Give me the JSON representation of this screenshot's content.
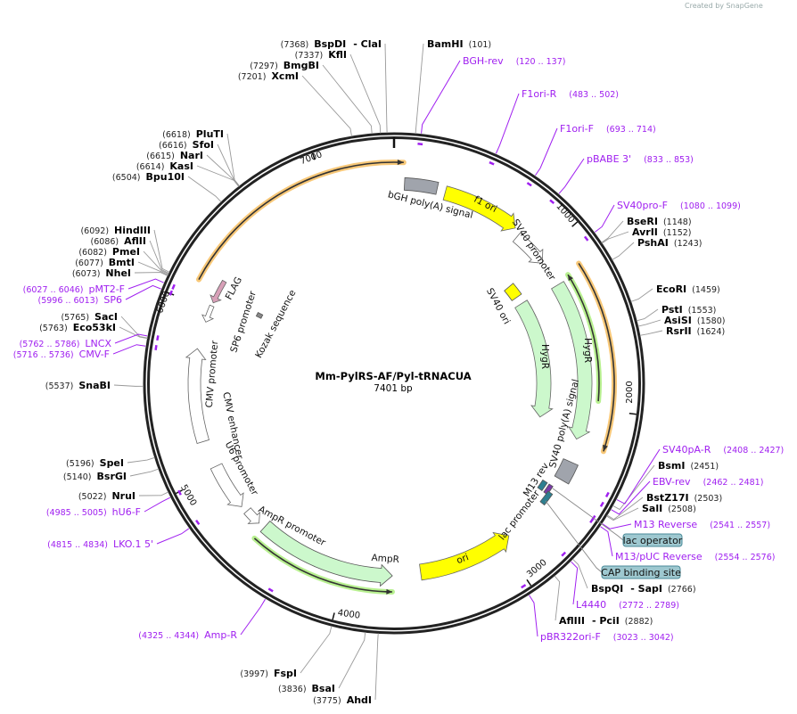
{
  "credit": "Created by SnapGene",
  "plasmid": {
    "name": "Mm-PylRS-AF/Pyl-tRNACUA",
    "length_label": "7401 bp",
    "length_bp": 7401
  },
  "colors": {
    "backbone": "#222222",
    "primer": "#a020f0",
    "feature_green": "#ccf8cc",
    "feature_yellow": "#ffff00",
    "feature_grey": "#a0a4ac",
    "orf_orange": "#f8c878",
    "box_blue": "#9ec8d0"
  },
  "ticks": [
    "1000",
    "2000",
    "3000",
    "4000",
    "5000",
    "6000",
    "7000"
  ],
  "enzymes": [
    {
      "name": "BspDI",
      "extra": "- ClaI",
      "pos": "(7368)"
    },
    {
      "name": "KflI",
      "pos": "(7337)"
    },
    {
      "name": "BmgBI",
      "pos": "(7297)"
    },
    {
      "name": "XcmI",
      "pos": "(7201)"
    },
    {
      "name": "PluTI",
      "pos": "(6618)"
    },
    {
      "name": "SfoI",
      "pos": "(6616)"
    },
    {
      "name": "NarI",
      "pos": "(6615)"
    },
    {
      "name": "KasI",
      "pos": "(6614)"
    },
    {
      "name": "Bpu10I",
      "pos": "(6504)"
    },
    {
      "name": "HindIII",
      "pos": "(6092)"
    },
    {
      "name": "AflII",
      "pos": "(6086)"
    },
    {
      "name": "PmeI",
      "pos": "(6082)"
    },
    {
      "name": "BmtI",
      "pos": "(6077)"
    },
    {
      "name": "NheI",
      "pos": "(6073)"
    },
    {
      "name": "SacI",
      "pos": "(5765)"
    },
    {
      "name": "Eco53kI",
      "pos": "(5763)"
    },
    {
      "name": "SnaBI",
      "pos": "(5537)"
    },
    {
      "name": "SpeI",
      "pos": "(5196)"
    },
    {
      "name": "BsrGI",
      "pos": "(5140)"
    },
    {
      "name": "NruI",
      "pos": "(5022)"
    },
    {
      "name": "FspI",
      "pos": "(3997)"
    },
    {
      "name": "BsaI",
      "pos": "(3836)"
    },
    {
      "name": "AhdI",
      "pos": "(3775)"
    },
    {
      "name": "BamHI",
      "pos": "(101)"
    },
    {
      "name": "BseRI",
      "pos": "(1148)"
    },
    {
      "name": "AvrII",
      "pos": "(1152)"
    },
    {
      "name": "PshAI",
      "pos": "(1243)"
    },
    {
      "name": "EcoRI",
      "pos": "(1459)"
    },
    {
      "name": "PstI",
      "pos": "(1553)"
    },
    {
      "name": "AsiSI",
      "pos": "(1580)"
    },
    {
      "name": "RsrII",
      "pos": "(1624)"
    },
    {
      "name": "BsmI",
      "pos": "(2451)"
    },
    {
      "name": "BstZ17I",
      "pos": "(2503)"
    },
    {
      "name": "SalI",
      "pos": "(2508)"
    },
    {
      "name": "BspQI",
      "extra": "- SapI",
      "pos": "(2766)"
    },
    {
      "name": "AflIII",
      "extra": "- PciI",
      "pos": "(2882)"
    }
  ],
  "primers": [
    {
      "name": "BGH-rev",
      "range": "(120 .. 137)"
    },
    {
      "name": "F1ori-R",
      "range": "(483 .. 502)"
    },
    {
      "name": "F1ori-F",
      "range": "(693 .. 714)"
    },
    {
      "name": "pBABE 3'",
      "range": "(833 .. 853)"
    },
    {
      "name": "SV40pro-F",
      "range": "(1080 .. 1099)"
    },
    {
      "name": "SV40pA-R",
      "range": "(2408 .. 2427)"
    },
    {
      "name": "EBV-rev",
      "range": "(2462 .. 2481)"
    },
    {
      "name": "M13 Reverse",
      "range": "(2541 .. 2557)"
    },
    {
      "name": "M13/pUC Reverse",
      "range": "(2554 .. 2576)"
    },
    {
      "name": "L4440",
      "range": "(2772 .. 2789)"
    },
    {
      "name": "pBR322ori-F",
      "range": "(3023 .. 3042)"
    },
    {
      "name": "pMT2-F",
      "range": "(6027 .. 6046)"
    },
    {
      "name": "SP6",
      "range": "(5996 .. 6013)"
    },
    {
      "name": "LNCX",
      "range": "(5762 .. 5786)"
    },
    {
      "name": "CMV-F",
      "range": "(5716 .. 5736)"
    },
    {
      "name": "hU6-F",
      "range": "(4985 .. 5005)"
    },
    {
      "name": "LKO.1 5'",
      "range": "(4815 .. 4834)"
    },
    {
      "name": "Amp-R",
      "range": "(4325 .. 4344)"
    }
  ],
  "boxed_features": [
    "lac operator",
    "CAP binding site"
  ],
  "features": [
    "bGH poly(A) signal",
    "f1 ori",
    "SV40 promoter",
    "SV40 ori",
    "HygR",
    "HygR",
    "SV40 poly(A) signal",
    "M13 rev",
    "lac promoter",
    "ori",
    "AmpR",
    "AmpR promoter",
    "U6 promoter",
    "CMV enhancer",
    "CMV promoter",
    "SP6 promoter",
    "FLAG",
    "Kozak sequence"
  ]
}
